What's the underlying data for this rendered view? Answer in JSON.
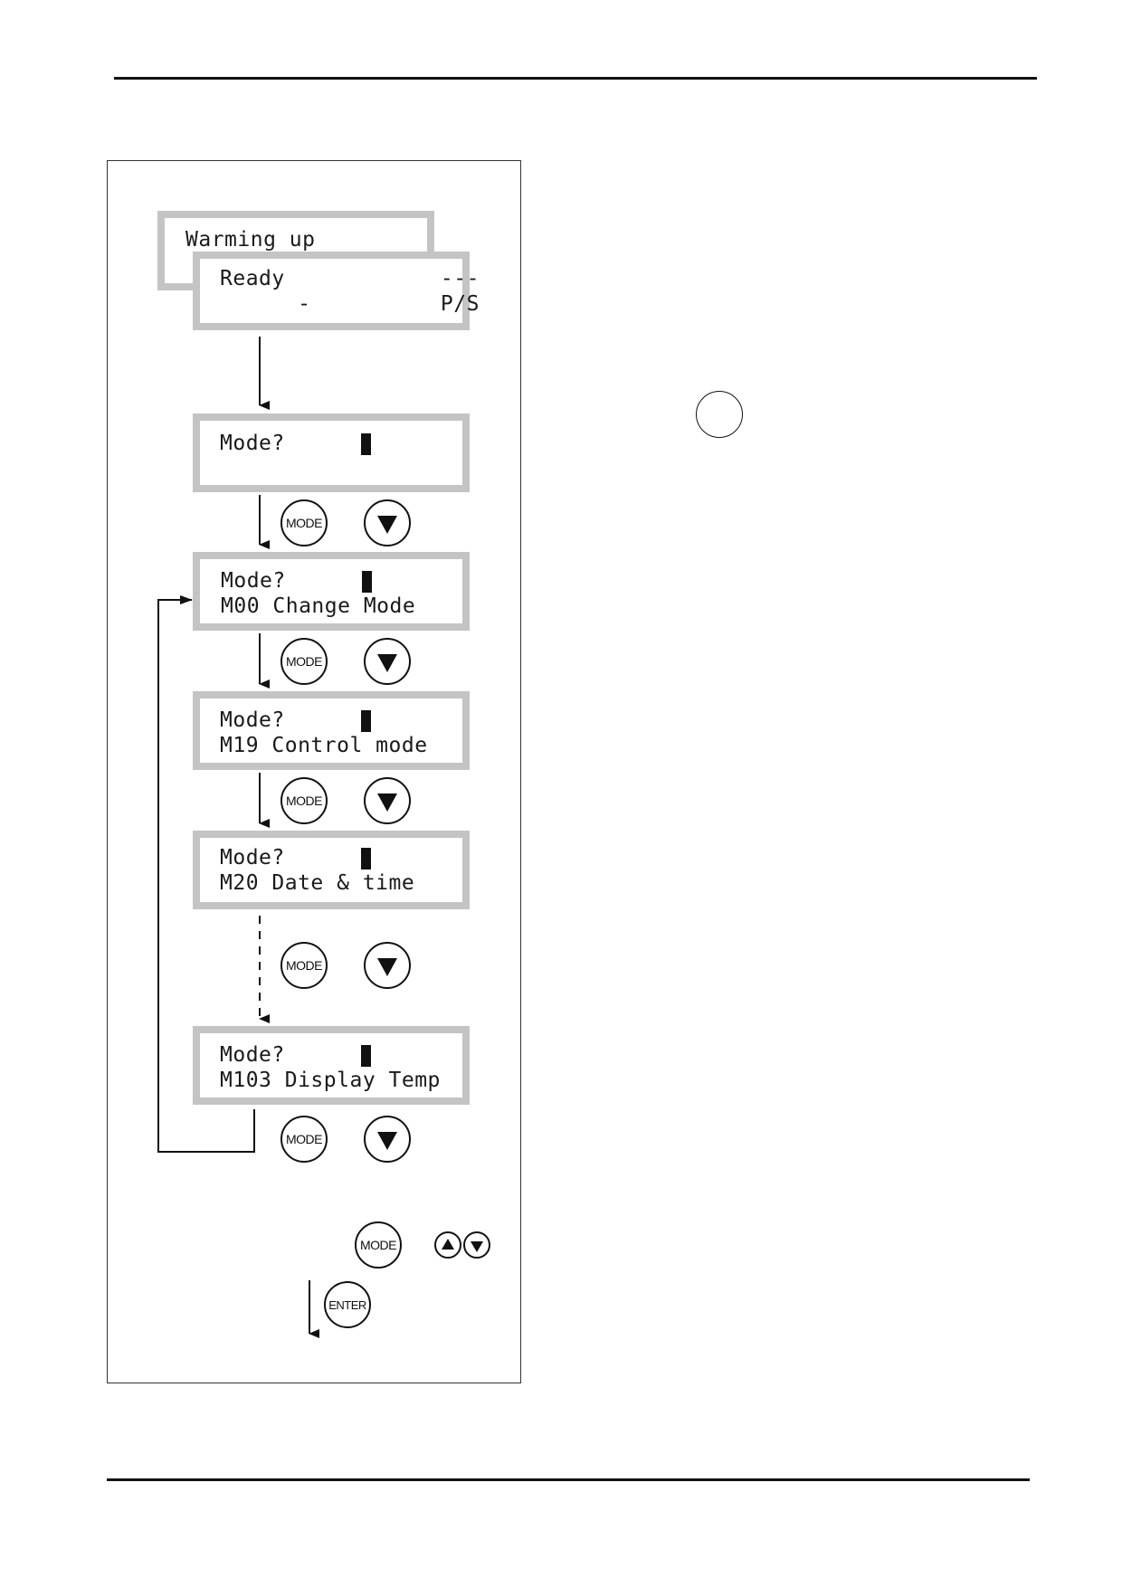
{
  "screens": {
    "warming": {
      "line1": "Warming up"
    },
    "ready": {
      "line1": "Ready            ---",
      "line2": "      -          P/S"
    },
    "mode_blank": {
      "line1": "Mode?"
    },
    "m00": {
      "line1": "Mode?",
      "line2": "M00 Change Mode"
    },
    "m19": {
      "line1": "Mode?",
      "line2": "M19 Control mode"
    },
    "m20": {
      "line1": "Mode?",
      "line2": "M20 Date & time"
    },
    "m103": {
      "line1": "Mode?",
      "line2": "M103 Display Temp"
    }
  },
  "buttons": {
    "mode_label": "MODE",
    "enter_label": "ENTER"
  },
  "icons": {
    "down": "down-triangle-icon",
    "up": "up-triangle-icon"
  }
}
